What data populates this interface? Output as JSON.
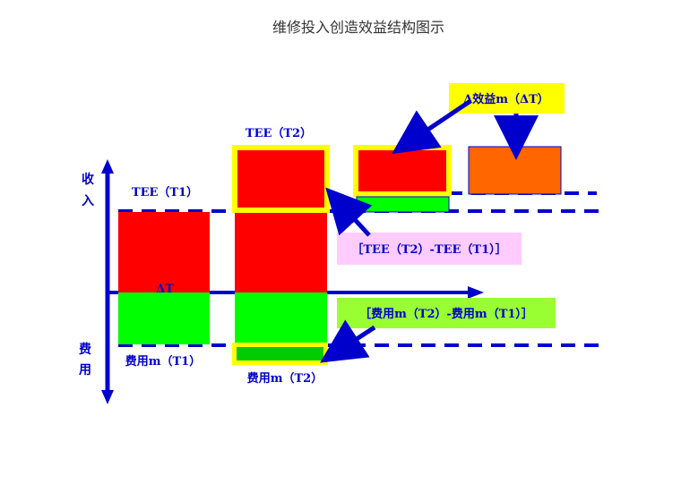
{
  "title": "维修投入创造效益结构图示",
  "axis": {
    "top_1": "收",
    "top_2": "入",
    "bottom_1": "费",
    "bottom_2": "用"
  },
  "labels": {
    "tee_t1": "TEE（T1）",
    "tee_t2": "TEE（T2）",
    "cost_t1": "费用m（T1）",
    "cost_t2": "费用m（T2）",
    "delta_t": "ΔT",
    "delta_benefit": "Δ效益m（ΔT）",
    "tee_diff": "［TEE（T2）-TEE（T1）］",
    "cost_diff": "［费用m（T2）-费用m（T1）］"
  },
  "colors": {
    "red": "#ff0000",
    "green": "#00ff00",
    "orange": "#ff6600",
    "yellow": "#ffff00",
    "blue": "#0000cc",
    "pink": "#ffccff",
    "lightgreen": "#99ff33",
    "text": "#0000cc"
  }
}
